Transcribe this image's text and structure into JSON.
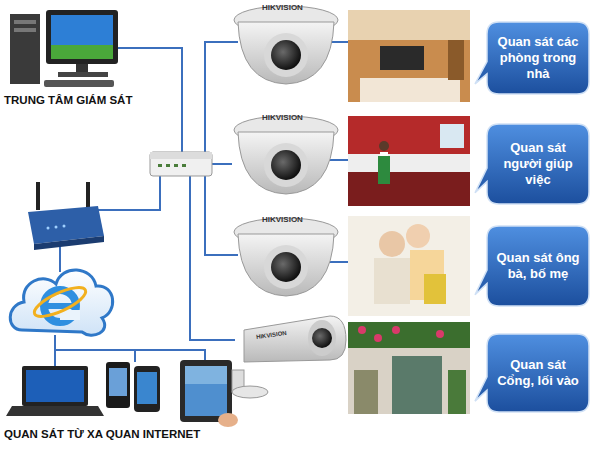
{
  "diagram": {
    "nodes": [
      {
        "text": [
          "Quan sát các phòng trong nhà"
        ]
      },
      {
        "text": [
          "Quan sát người giúp việc"
        ]
      },
      {
        "text": [
          "Quan sát ông bà, bố mẹ"
        ]
      },
      {
        "text": [
          "Quan sát Cổng, lối vào"
        ]
      }
    ],
    "labels": [
      "TRUNG TÂM GIÁM SÁT",
      "HIKVISION",
      "HIKVISION",
      "HIKVISION",
      "HIKVISION",
      "QUAN SÁT TỪ XA QUAN INTERNET"
    ]
  }
}
